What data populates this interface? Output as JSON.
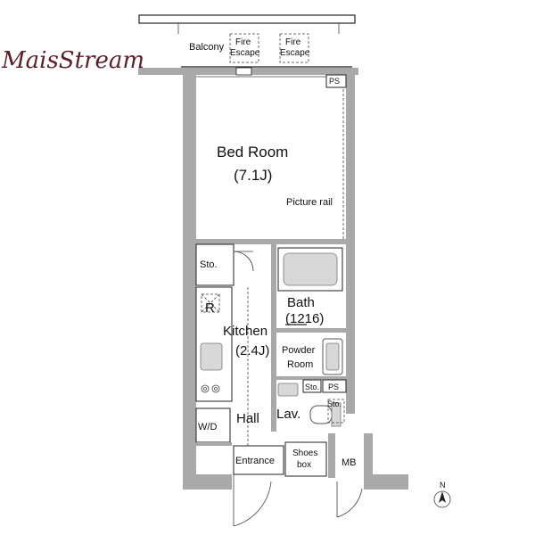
{
  "logo": {
    "text": "MaisStream"
  },
  "rooms": {
    "balcony": "Balcony",
    "fire_escape_1_line1": "Fire",
    "fire_escape_1_line2": "Escape",
    "fire_escape_2_line1": "Fire",
    "fire_escape_2_line2": "Escape",
    "ps_top": "PS",
    "bedroom_name": "Bed Room",
    "bedroom_size": "(7.1J)",
    "picture_rail": "Picture rail",
    "storage_1": "Sto.",
    "refrigerator": "R",
    "kitchen_name": "Kitchen",
    "kitchen_size": "(2.4J)",
    "bath_name": "Bath",
    "bath_size": "(1216)",
    "powder_line1": "Powder",
    "powder_line2": "Room",
    "storage_2": "Sto.",
    "ps_bottom": "PS",
    "storage_3": "Sto.",
    "wd": "W/D",
    "hall": "Hall",
    "lav": "Lav.",
    "entrance": "Entrance",
    "shoes_line1": "Shoes",
    "shoes_line2": "box",
    "mb": "MB"
  },
  "compass": {
    "label": "N"
  }
}
